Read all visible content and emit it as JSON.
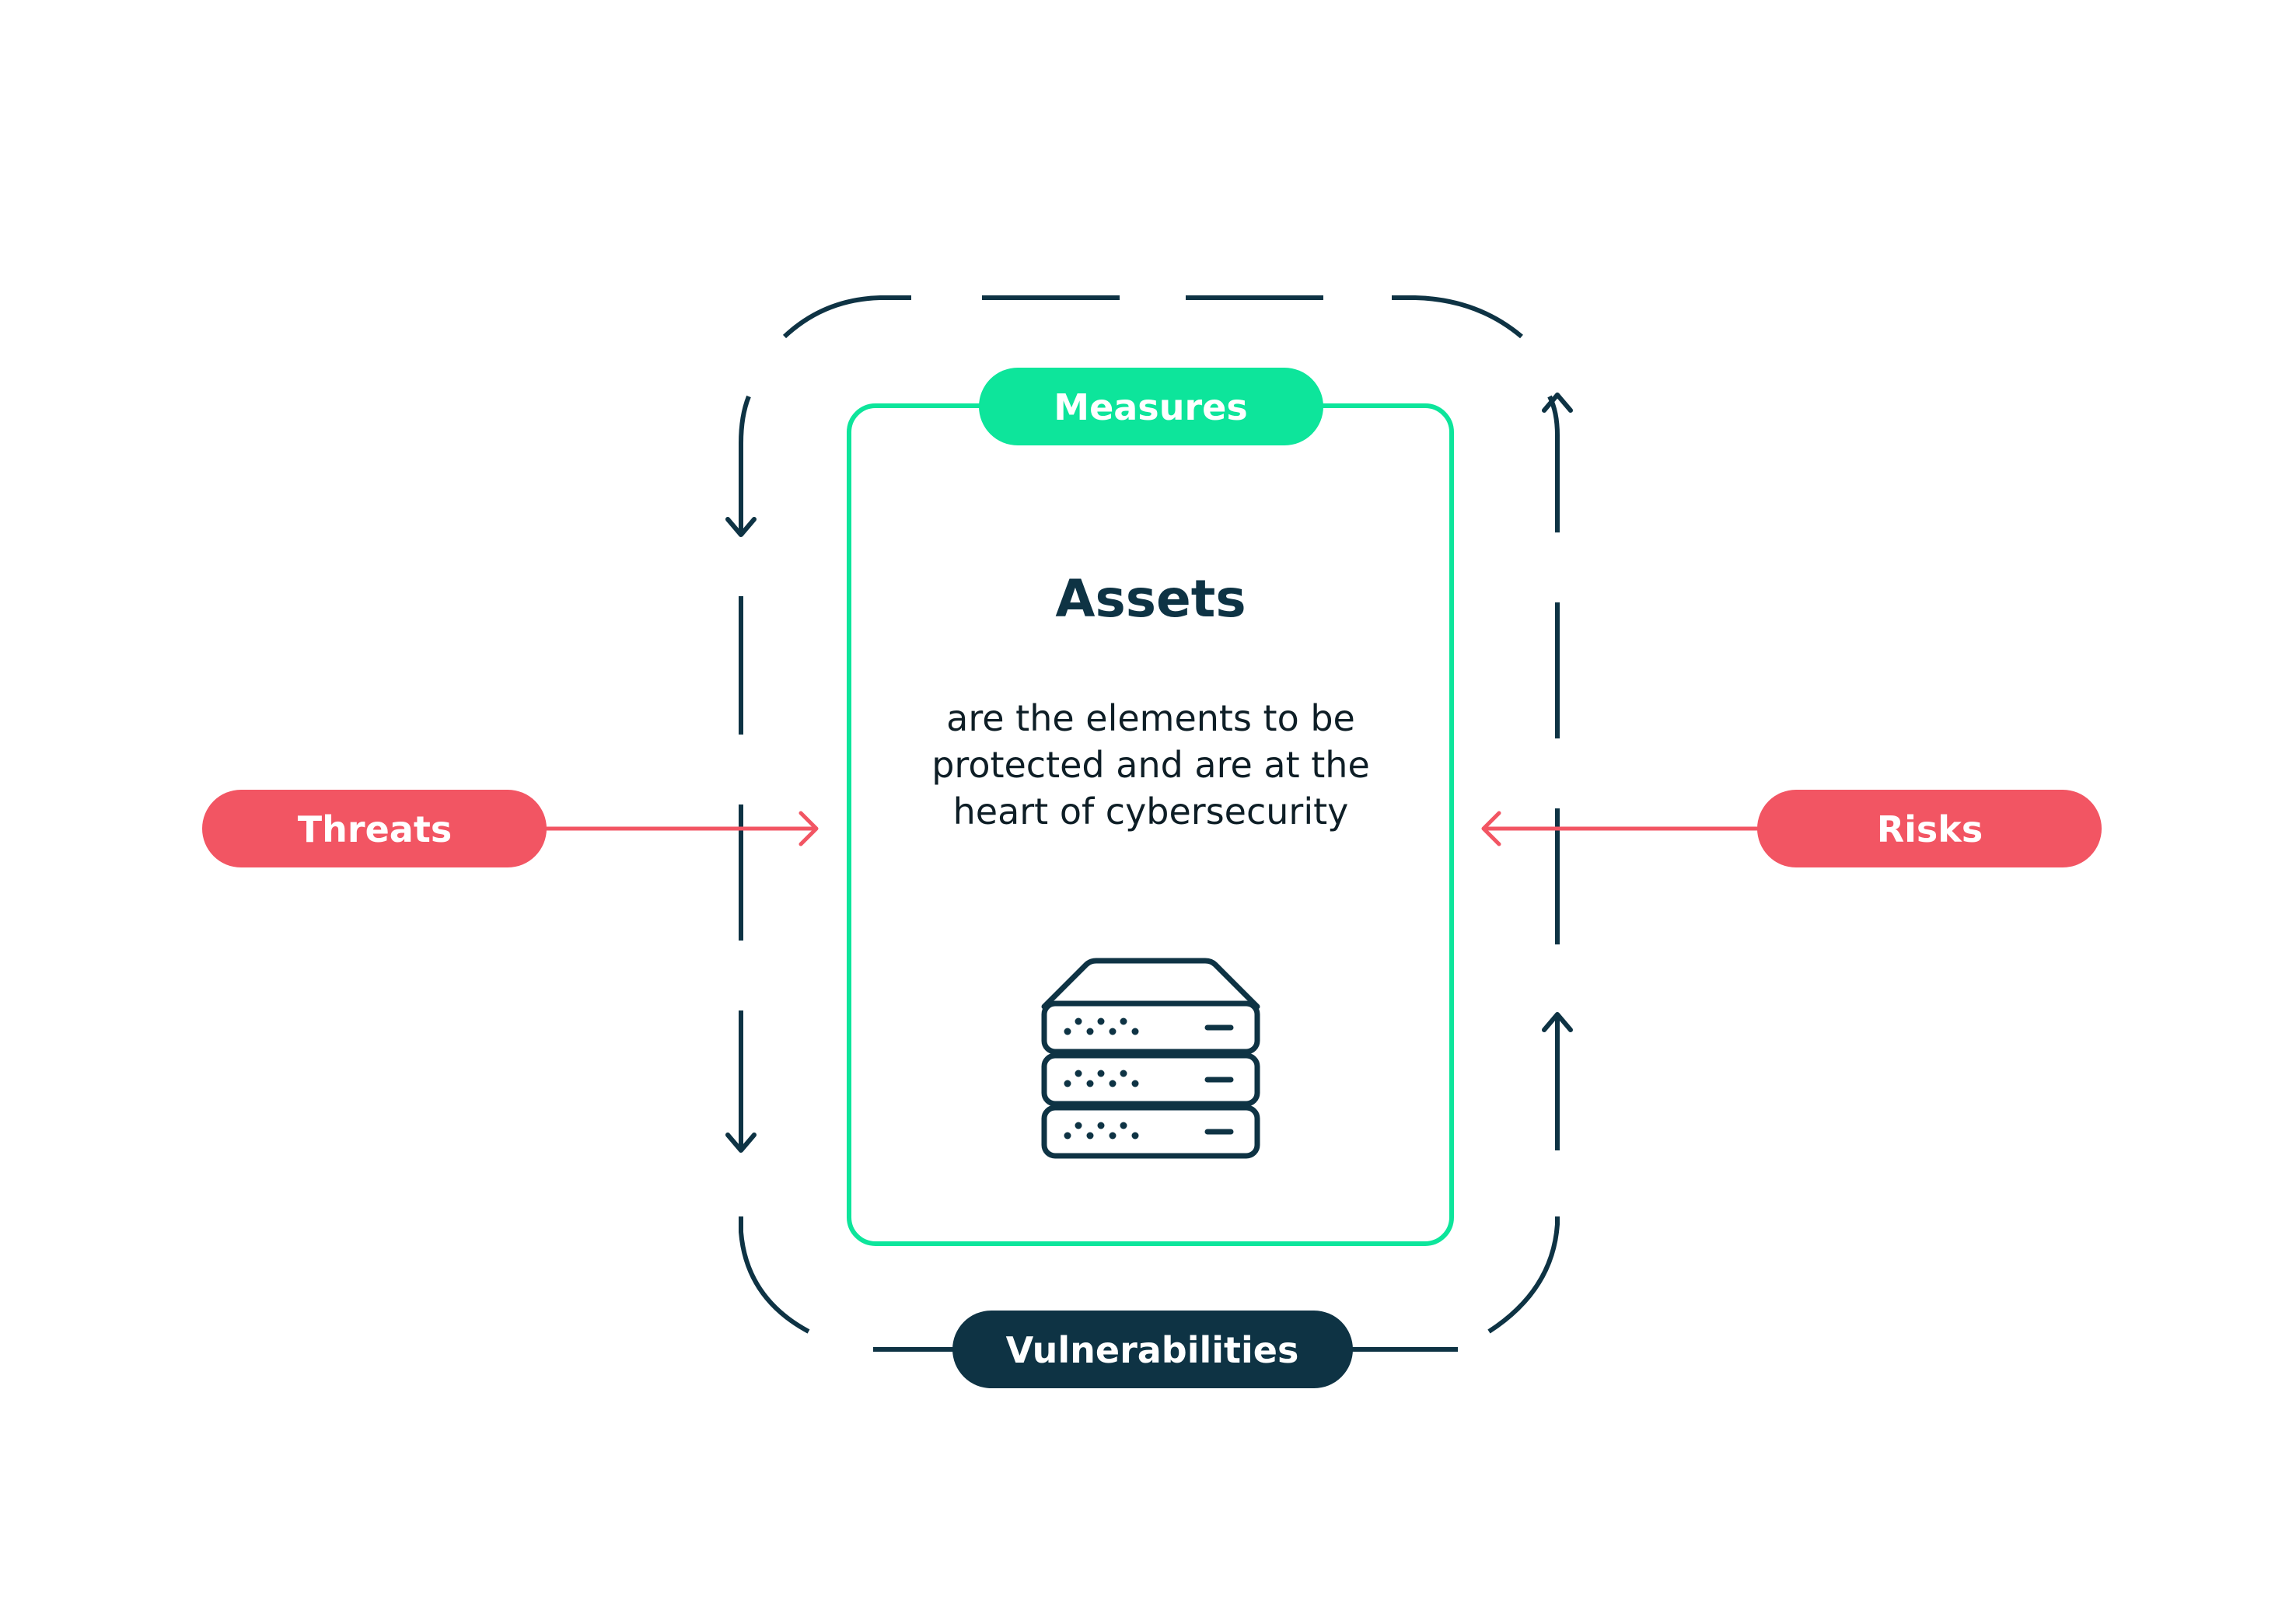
{
  "colors": {
    "dark": "#0e3344",
    "accent_green": "#0de59b",
    "accent_red": "#f25563",
    "background": "#ffffff"
  },
  "center": {
    "title": "Assets",
    "description": [
      "are the elements to be",
      "protected and are at the",
      "heart of cybersecurity"
    ],
    "icon": "server-stack-icon"
  },
  "labels": {
    "top": "Measures",
    "bottom": "Vulnerabilities",
    "left": "Threats",
    "right": "Risks"
  },
  "flows": {
    "left_loop_direction": "down",
    "right_loop_direction": "up",
    "threats_arrow": "toward-center",
    "risks_arrow": "toward-center"
  }
}
